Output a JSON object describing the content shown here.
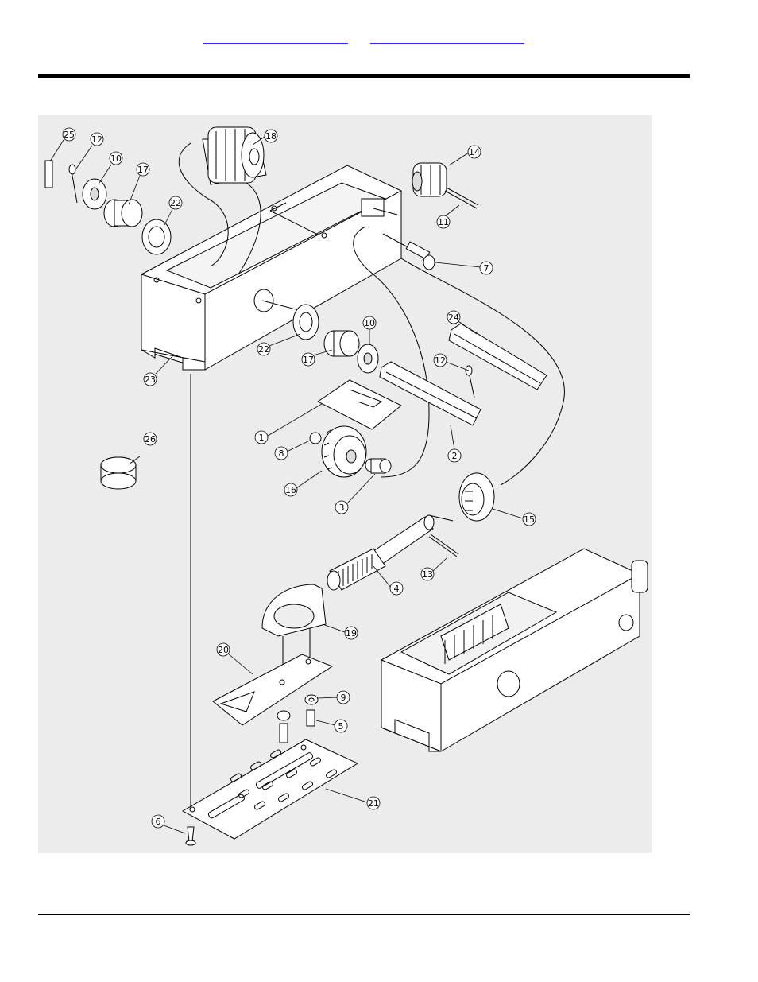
{
  "header": {
    "link_1": "",
    "link_2": ""
  },
  "diagram": {
    "callouts": [
      "25",
      "12",
      "10",
      "17",
      "22",
      "18",
      "14",
      "11",
      "7",
      "24",
      "22",
      "17",
      "10",
      "12",
      "23",
      "1",
      "8",
      "2",
      "26",
      "16",
      "3",
      "15",
      "13",
      "4",
      "19",
      "20",
      "9",
      "5",
      "21",
      "6"
    ]
  }
}
